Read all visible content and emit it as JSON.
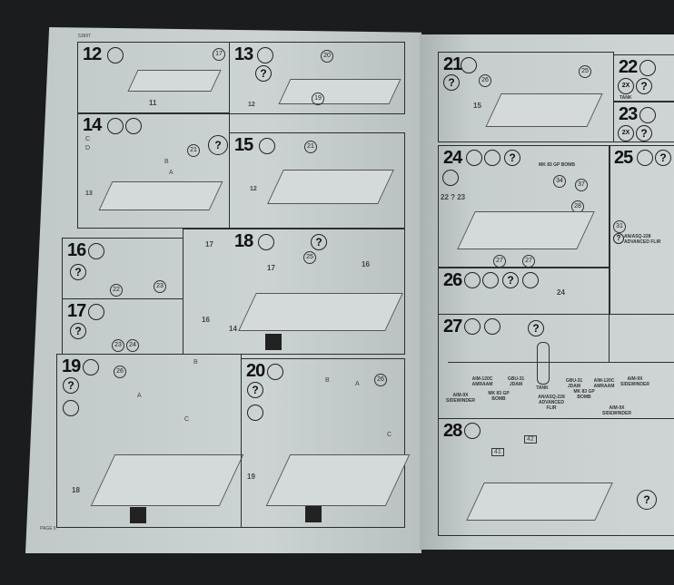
{
  "sheet": {
    "code": "5389T",
    "page_label": "PAGE 6"
  },
  "steps": {
    "s12": "12",
    "s13": "13",
    "s14": "14",
    "s15": "15",
    "s16": "16",
    "s17": "17",
    "s18": "18",
    "s19": "19",
    "s20": "20",
    "s21": "21",
    "s22": "22",
    "s23": "23",
    "s24": "24",
    "s25": "25",
    "s26": "26",
    "s27": "27",
    "s28": "28"
  },
  "icons": {
    "question": "?",
    "twox": "2X"
  },
  "parts": {
    "p17": "17",
    "p11": "11",
    "p20": "20",
    "p19": "19",
    "p12": "12",
    "p21": "21",
    "p13": "13",
    "p22": "22",
    "p23": "23",
    "p24": "24",
    "p25": "25",
    "p16": "16",
    "p14": "14",
    "p26": "26",
    "p18": "18",
    "p15": "15",
    "p34": "34",
    "p37": "37",
    "p28": "28",
    "p27": "27",
    "p31": "31",
    "p41": "41",
    "p42": "42",
    "ref22_23": "22 ? 23"
  },
  "letters": {
    "A": "A",
    "B": "B",
    "C": "C",
    "D": "D"
  },
  "labels": {
    "mk83": "MK 83 GP BOMB",
    "tank": "TANK",
    "flir": "AN/ASQ-228 ADVANCED FLIR",
    "aim9": "AIM-9X SIDEWINDER",
    "aim120": "AIM-120C AMRAAM",
    "gbu31": "GBU-31 JDAM",
    "mk83b": "MK 83 GP BOMB"
  }
}
